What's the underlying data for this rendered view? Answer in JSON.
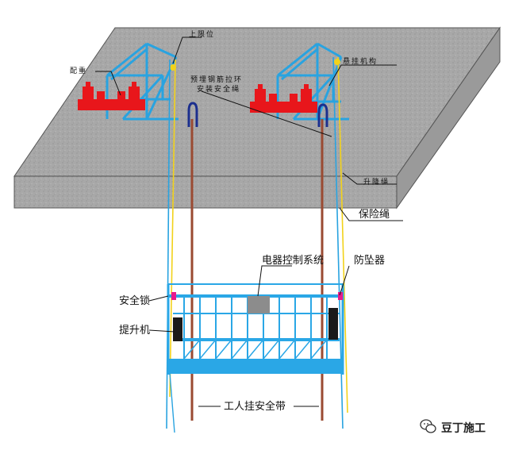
{
  "labels": {
    "upper_limit": "上限位",
    "counterweight": "配重",
    "embedded_ring_line1": "预埋钢筋拉环",
    "embedded_ring_line2": "安装安全绳",
    "suspension_mechanism": "悬挂机构",
    "hoist_rope": "升降绳",
    "safety_rope": "保险绳",
    "electrical_control": "电器控制系统",
    "fall_arrester": "防坠器",
    "safety_lock": "安全锁",
    "hoist": "提升机",
    "worker_belt": "工人挂安全带"
  },
  "watermark": {
    "text": "豆丁施工",
    "icon": "wechat-icon"
  },
  "colors": {
    "slab_top": "#a9a9a9",
    "slab_front": "#9e9e9e",
    "frame_blue": "#29a3e0",
    "counterweight_red": "#e8161b",
    "rope_brown": "#9a4a32",
    "rope_yellow": "#f2d21a",
    "hook_navy": "#1c2f8e",
    "platform_blue": "#2aa7e6"
  }
}
